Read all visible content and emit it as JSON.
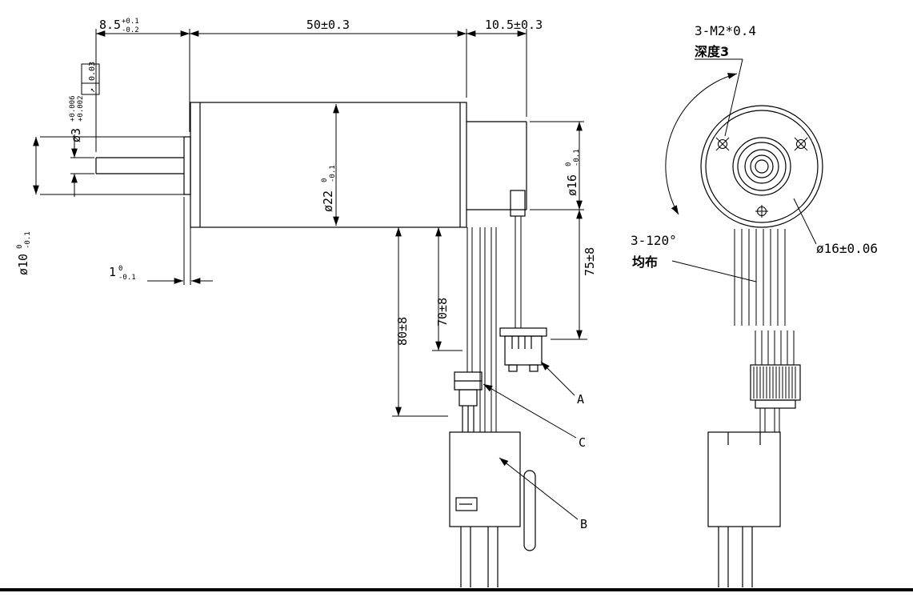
{
  "meta": {
    "background": "#ffffff",
    "line_color": "#000000",
    "drawing_type": "motor outline dimension drawing"
  },
  "side_view": {
    "dim_shaft_len": {
      "value": "8.5",
      "tol_up": "+0.1",
      "tol_dn": "-0.2"
    },
    "dim_body_len": {
      "value": "50±0.3"
    },
    "dim_rear_len": {
      "value": "10.5±0.3"
    },
    "dim_shaft_dia": {
      "value": "ø3",
      "tol_up": "+0.006",
      "tol_dn": "+0.002"
    },
    "gdt_frame": {
      "symbol": "↗",
      "value": "0.03"
    },
    "dim_boss_dia": {
      "value": "ø10",
      "tol_up": "0",
      "tol_dn": "-0.1"
    },
    "dim_flange_thk": {
      "value": "1",
      "tol_up": "0",
      "tol_dn": "-0.1"
    },
    "dim_body_dia": {
      "value": "ø22",
      "tol_up": "0",
      "tol_dn": "-0.1"
    },
    "dim_rear_dia": {
      "value": "ø16",
      "tol_up": "0",
      "tol_dn": "-0.1"
    },
    "dim_lead_a": {
      "value": "75±8"
    },
    "dim_lead_c": {
      "value": "70±8"
    },
    "dim_lead_b": {
      "value": "80±8"
    },
    "label_a": "A",
    "label_b": "B",
    "label_c": "C"
  },
  "front_view": {
    "thread_callout": "3-M2*0.4",
    "thread_depth_note": "深度3",
    "angle_callout": "3-120°",
    "angle_note": "均布",
    "dim_pilot_dia": "ø16±0.06"
  }
}
